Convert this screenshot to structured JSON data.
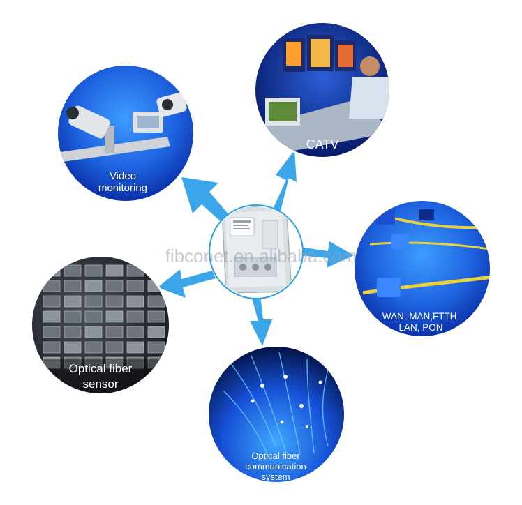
{
  "watermark": "fibconet.en.alibaba.com",
  "colors": {
    "arrow": "#3ba7ea",
    "ring": "#2f9fe3",
    "deep_blue": "#1142c8",
    "mid_blue": "#2a7bf2",
    "fiber_yellow": "#e9d23b",
    "center_box": "#d9dee3"
  },
  "nodes": [
    {
      "id": "video",
      "label_lines": [
        "Video",
        "monitoring"
      ]
    },
    {
      "id": "catv",
      "label_lines": [
        "CATV"
      ]
    },
    {
      "id": "wan",
      "label_lines": [
        "WAN, MAN,FTTH,",
        "LAN, PON"
      ]
    },
    {
      "id": "fiber-comm",
      "label_lines": [
        "Optical fiber",
        "communication",
        "system"
      ]
    },
    {
      "id": "sensor",
      "label_lines": [
        "Optical fiber",
        "sensor"
      ]
    }
  ],
  "center": {
    "icon": "fiber-distribution-box-icon"
  }
}
